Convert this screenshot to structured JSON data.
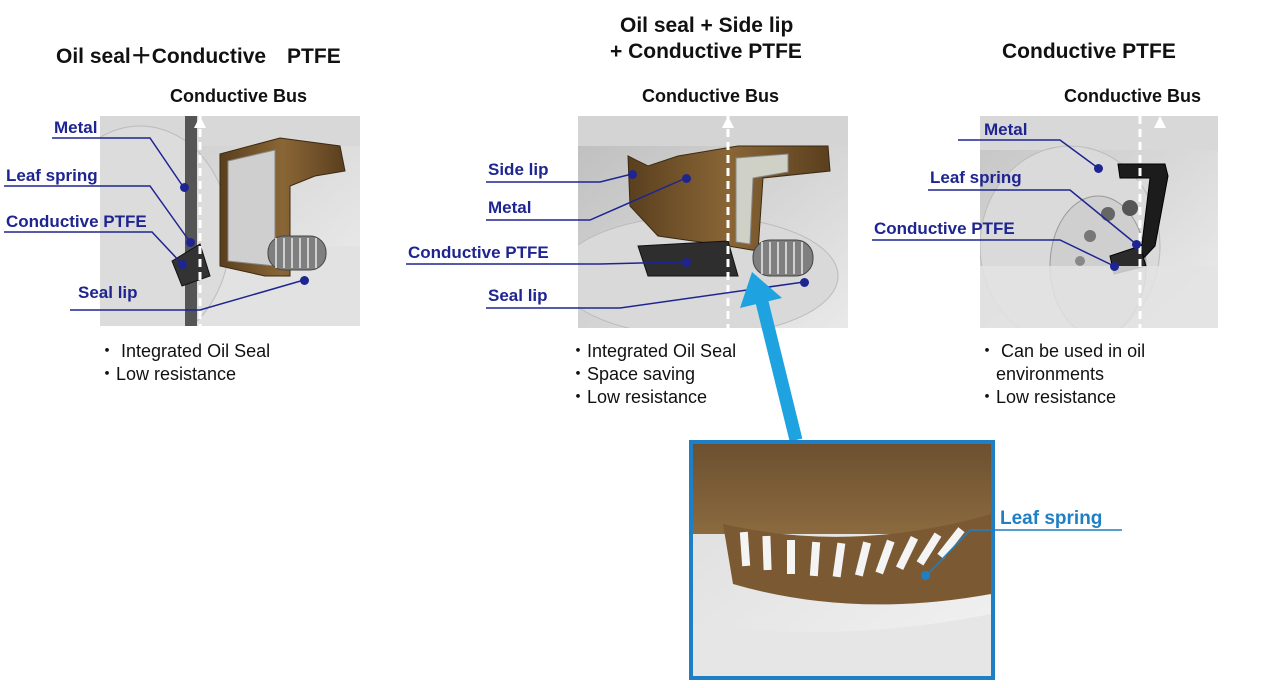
{
  "diagrams": [
    {
      "title_line1": "Oil seal＋Conductive　PTFE",
      "title_line2": "",
      "bus_label": "Conductive Bus",
      "callouts": [
        "Metal",
        "Leaf spring",
        "Conductive PTFE",
        "Seal lip"
      ],
      "features": [
        "・ Integrated Oil Seal",
        "・Low resistance"
      ]
    },
    {
      "title_line1": "Oil seal + Side lip",
      "title_line2": "+ Conductive PTFE",
      "bus_label": "Conductive Bus",
      "callouts": [
        "Side lip",
        "Metal",
        "Conductive PTFE",
        "Seal lip"
      ],
      "features": [
        "・Integrated Oil Seal",
        "・Space saving",
        "・Low resistance"
      ]
    },
    {
      "title_line1": "Conductive PTFE",
      "title_line2": "",
      "bus_label": "Conductive Bus",
      "callouts": [
        "Metal",
        "Leaf spring",
        "Conductive PTFE"
      ],
      "features": [
        "・ Can be used in oil",
        "environments",
        "・Low resistance"
      ]
    }
  ],
  "zoom": {
    "label": "Leaf spring"
  },
  "colors": {
    "callout_text": "#1f2590",
    "zoom_frame": "#1f7fc4",
    "arrow": "#1fa3e0",
    "seal_brown": "#7a5a32"
  }
}
